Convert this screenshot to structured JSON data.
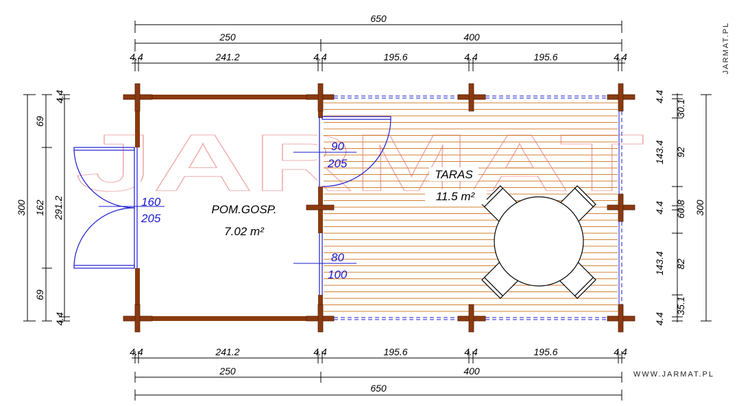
{
  "watermark": "JARMAT",
  "brand_vertical": "JARMAT.PL",
  "brand_bottom": "WWW.JARMAT.PL",
  "rooms": {
    "storage": {
      "name": "POM.GOSP.",
      "area": "7.02 m²"
    },
    "terrace": {
      "name": "TARAS",
      "area": "11.5 m²"
    }
  },
  "doors": {
    "left": {
      "width": "160",
      "height": "205"
    },
    "inner_top": {
      "width": "90",
      "height": "205"
    },
    "inner_bottom": {
      "width": "80",
      "height": "100"
    }
  },
  "top_dims": {
    "total": "650",
    "sections": [
      "250",
      "400"
    ],
    "segments": [
      "4.4",
      "241.2",
      "4.4",
      "195.6",
      "4.4",
      "195.6",
      "4.4"
    ]
  },
  "bottom_dims": {
    "total": "650",
    "sections": [
      "250",
      "400"
    ],
    "segments": [
      "4.4",
      "241.2",
      "4.4",
      "195.6",
      "4.4",
      "195.6",
      "4.4"
    ]
  },
  "left_dims": {
    "total": "300",
    "inner": "291.2",
    "segments": [
      "69",
      "162",
      "69"
    ],
    "post_a": "4.4",
    "post_b": "4.4"
  },
  "right_dims": {
    "total": "300",
    "sections": [
      "143.4",
      "143.4"
    ],
    "segments": [
      "30.1",
      "92",
      "60.8",
      "82",
      "35.1"
    ],
    "posts": [
      "4.4",
      "4.4",
      "4.4"
    ]
  },
  "colors": {
    "wall": "#8a3a10",
    "wall_dark": "#5a2408",
    "door": "#1a1ad0",
    "deck_line": "#d08030",
    "watermark": "#f0b0b0"
  }
}
